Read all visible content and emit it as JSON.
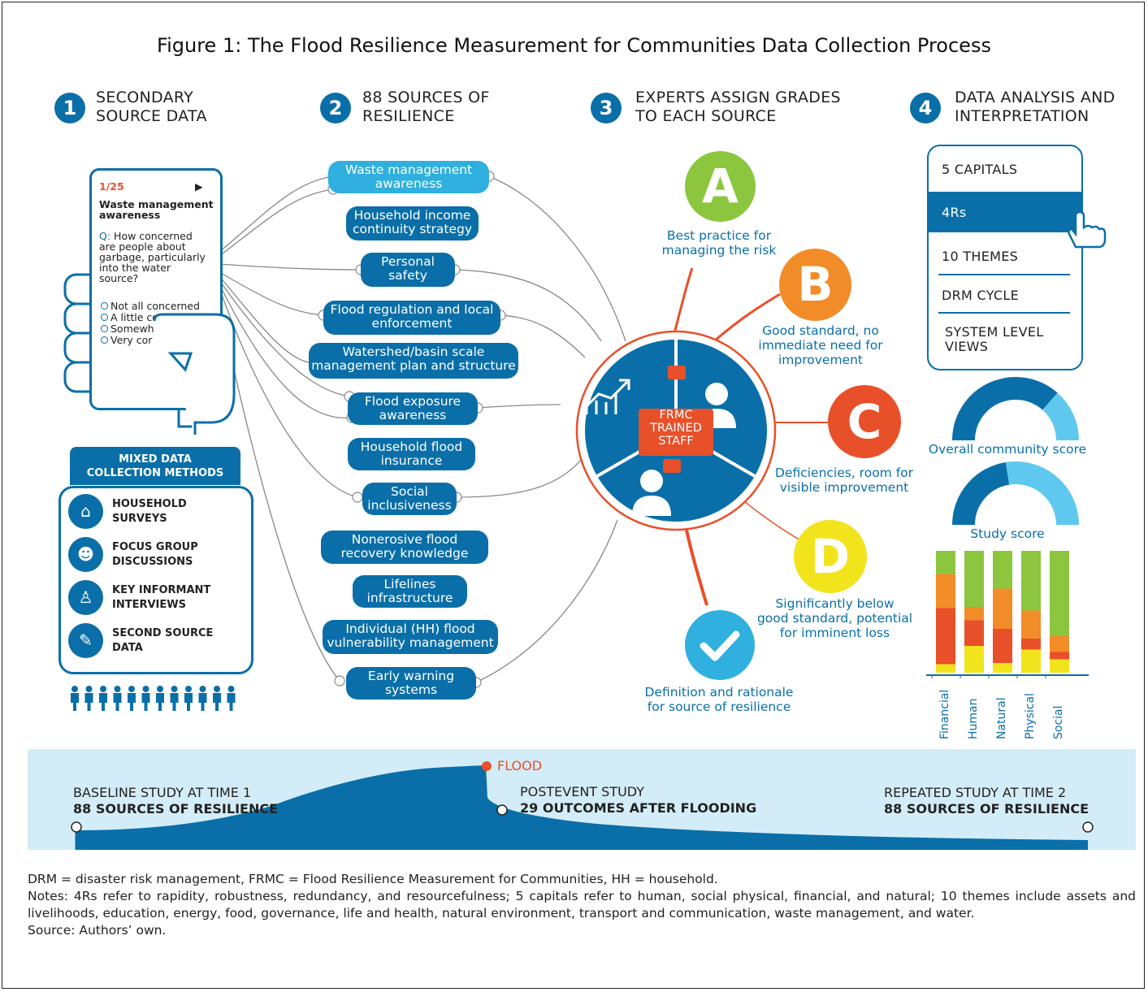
{
  "title": "Figure 1: The Flood Resilience Measurement for Communities Data Collection Process",
  "steps": [
    {
      "number": "1",
      "line1": "SECONDARY",
      "line2": "SOURCE DATA"
    },
    {
      "number": "2",
      "line1": "88 SOURCES OF",
      "line2": "RESILIENCE"
    },
    {
      "number": "3",
      "line1": "EXPERTS ASSIGN GRADES",
      "line2": "TO EACH SOURCE"
    },
    {
      "number": "4",
      "line1": "DATA ANALYSIS AND",
      "line2": "INTERPRETATION"
    }
  ],
  "phone": {
    "counter": "1/25",
    "next_arrow": "▶",
    "heading_line1": "Waste management",
    "heading_line2": "awareness",
    "q_prefix": "Q:",
    "question_lines": [
      "How concerned",
      "are people about",
      "garbage, particularly",
      "into the water",
      "source?"
    ],
    "options": [
      "Not all concerned",
      "A little co",
      "Somewh",
      "Very cor"
    ]
  },
  "methods": {
    "heading_line1": "MIXED DATA",
    "heading_line2": "COLLECTION METHODS",
    "items": [
      {
        "icon": "house-icon",
        "glyph": "⌂",
        "line1": "HOUSEHOLD",
        "line2": "SURVEYS"
      },
      {
        "icon": "focus-group-icon",
        "glyph": "☻",
        "line1": "FOCUS GROUP",
        "line2": "DISCUSSIONS"
      },
      {
        "icon": "informant-icon",
        "glyph": "♙",
        "line1": "KEY INFORMANT",
        "line2": "INTERVIEWS"
      },
      {
        "icon": "edit-icon",
        "glyph": "✎",
        "line1": "SECOND SOURCE",
        "line2": "DATA"
      }
    ]
  },
  "sources": [
    {
      "line1": "Waste management",
      "line2": "awareness"
    },
    {
      "line1": "Household income",
      "line2": "continuity strategy"
    },
    {
      "line1": "Personal",
      "line2": "safety"
    },
    {
      "line1": "Flood regulation and local",
      "line2": "enforcement"
    },
    {
      "line1": "Watershed/basin scale",
      "line2": "management plan and structure"
    },
    {
      "line1": "Flood exposure",
      "line2": "awareness"
    },
    {
      "line1": "Household flood",
      "line2": "insurance"
    },
    {
      "line1": "Social",
      "line2": "inclusiveness"
    },
    {
      "line1": "Nonerosive flood",
      "line2": "recovery knowledge"
    },
    {
      "line1": "Lifelines",
      "line2": "infrastructure"
    },
    {
      "line1": "Individual (HH) flood",
      "line2": "vulnerability management"
    },
    {
      "line1": "Early warning",
      "line2": "systems"
    }
  ],
  "hub": {
    "line1": "FRMC",
    "line2": "TRAINED",
    "line3": "STAFF"
  },
  "grades": [
    {
      "letter": "A",
      "color": "#8cc63f",
      "line1": "Best practice for",
      "line2": "managing the risk",
      "line3": ""
    },
    {
      "letter": "B",
      "color": "#f28c28",
      "line1": "Good standard, no",
      "line2": "immediate need for",
      "line3": "improvement"
    },
    {
      "letter": "C",
      "color": "#e8502a",
      "line1": "Deficiencies, room for",
      "line2": "visible improvement",
      "line3": ""
    },
    {
      "letter": "D",
      "color": "#f2e41c",
      "line1": "Significantly below",
      "line2": "good standard, potential",
      "line3": "for imminent loss"
    }
  ],
  "definition": {
    "icon": "checkmark-icon",
    "line1": "Definition and rationale",
    "line2": "for source of resilience"
  },
  "analysis_menu": {
    "items": [
      "5 CAPITALS",
      "4Rs",
      "10 THEMES",
      "DRM CYCLE"
    ],
    "last_line1": "SYSTEM LEVEL",
    "last_line2": "VIEWS",
    "selected": "4Rs"
  },
  "scores": {
    "overall_label": "Overall community score",
    "overall_fraction": 0.73,
    "study_label": "Study score",
    "study_fraction": 0.45,
    "dark_color": "#0a6fa8",
    "light_color": "#5ec8ef"
  },
  "chart_data": {
    "type": "bar",
    "stacked": true,
    "categories": [
      "Financial",
      "Human",
      "Natural",
      "Physical",
      "Social"
    ],
    "series": [
      {
        "color": "#f2e41c",
        "values": [
          0.07,
          0.22,
          0.08,
          0.19,
          0.11
        ]
      },
      {
        "color": "#e8502a",
        "values": [
          0.46,
          0.21,
          0.28,
          0.09,
          0.06
        ]
      },
      {
        "color": "#f28c28",
        "values": [
          0.28,
          0.11,
          0.33,
          0.23,
          0.13
        ]
      },
      {
        "color": "#8cc63f",
        "values": [
          0.19,
          0.46,
          0.31,
          0.49,
          0.7
        ]
      }
    ],
    "ylim": [
      0,
      1
    ]
  },
  "timeline": {
    "flood_label": "FLOOD",
    "baseline_line1": "BASELINE STUDY AT TIME 1",
    "baseline_line2": "88 SOURCES OF RESILIENCE",
    "postevent_line1": "POSTEVENT STUDY",
    "postevent_line2": "29 OUTCOMES AFTER FLOODING",
    "repeated_line1": "REPEATED STUDY AT TIME 2",
    "repeated_line2": "88 SOURCES OF RESILIENCE"
  },
  "notes": {
    "abbrev": "DRM = disaster risk management, FRMC = Flood Resilience Measurement for Communities, HH = household.",
    "notes": "Notes: 4Rs refer to rapidity, robustness, redundancy, and resourcefulness; 5 capitals refer to human, social physical, financial, and natural; 10 themes include assets and livelihoods, education, energy, food, governance, life and health, natural environment, transport and communication, waste management, and water.",
    "source": "Source: Authors’ own."
  },
  "colors": {
    "blue": "#0a6fa8",
    "red": "#e8502a",
    "light_blue": "#2fb0de",
    "timeline_bg": "#d3edf8"
  }
}
